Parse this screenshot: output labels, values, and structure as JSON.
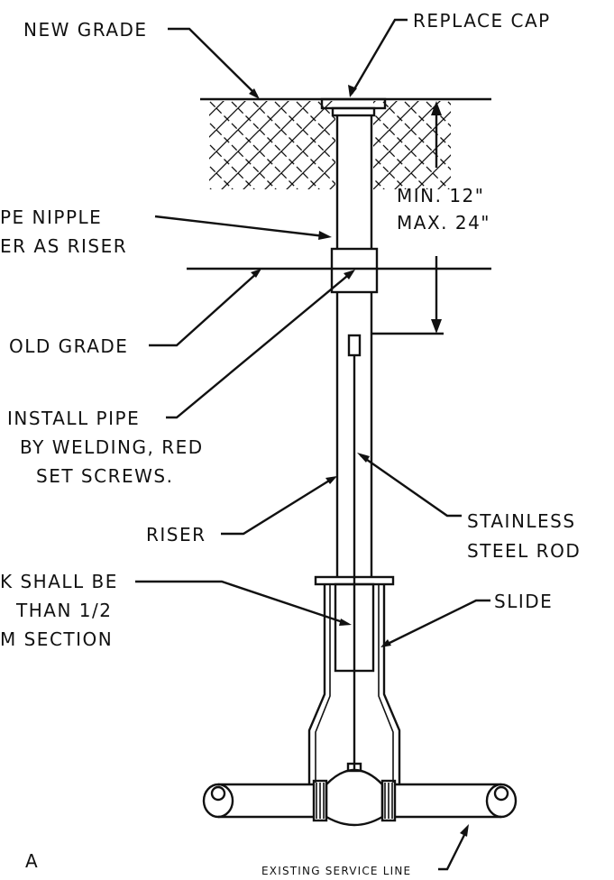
{
  "labels": {
    "new_grade": "NEW GRADE",
    "replace_cap": "REPLACE CAP",
    "min_depth": "MIN. 12\"",
    "max_depth": "MAX. 24\"",
    "pipe_nipple_line1": "PE NIPPLE",
    "pipe_nipple_line2": "ER AS RISER",
    "old_grade": "OLD GRADE",
    "install_line1": "INSTALL PIPE",
    "install_line2": "BY WELDING, RED",
    "install_line3": "SET SCREWS.",
    "riser": "RISER",
    "stainless_line1": "STAINLESS",
    "stainless_line2": "STEEL ROD",
    "shall_line1": "K SHALL BE",
    "shall_line2": "THAN 1/2",
    "shall_line3": "M SECTION",
    "slide": "SLIDE",
    "existing_service_line": "EXISTING SERVICE LINE",
    "corner_letter": "A"
  }
}
